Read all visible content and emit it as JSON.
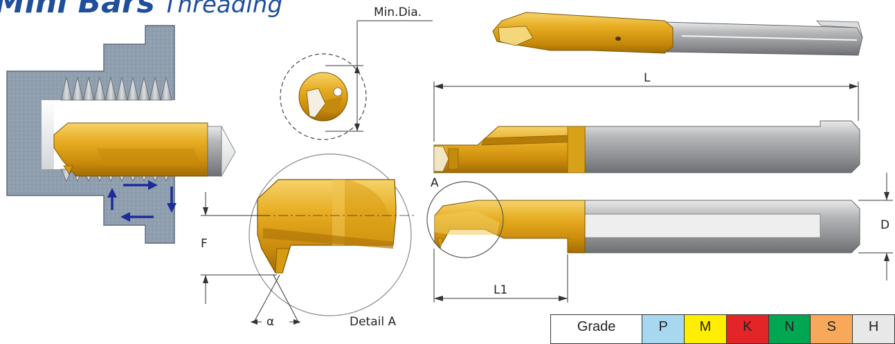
{
  "title": {
    "main": "Mini Bars",
    "sub": "Threading"
  },
  "labels": {
    "min_dia": "Min.Dia.",
    "L": "L",
    "L1": "L1",
    "A": "A",
    "D": "D",
    "F": "F",
    "alpha": "α",
    "detail": "Detail A"
  },
  "grade_table": {
    "header": "Grade",
    "grades": [
      {
        "label": "P",
        "color": "#a8d8f0"
      },
      {
        "label": "M",
        "color": "#ffee00"
      },
      {
        "label": "K",
        "color": "#e32528"
      },
      {
        "label": "N",
        "color": "#00a651"
      },
      {
        "label": "S",
        "color": "#f7a85a"
      },
      {
        "label": "H",
        "color": "#e8e8e8"
      }
    ]
  },
  "colors": {
    "gold": "#e3a81a",
    "steel": "#a9abae",
    "workpiece": "#8f9eae",
    "arrow": "#1c2d99",
    "title": "#1f4e9c"
  }
}
